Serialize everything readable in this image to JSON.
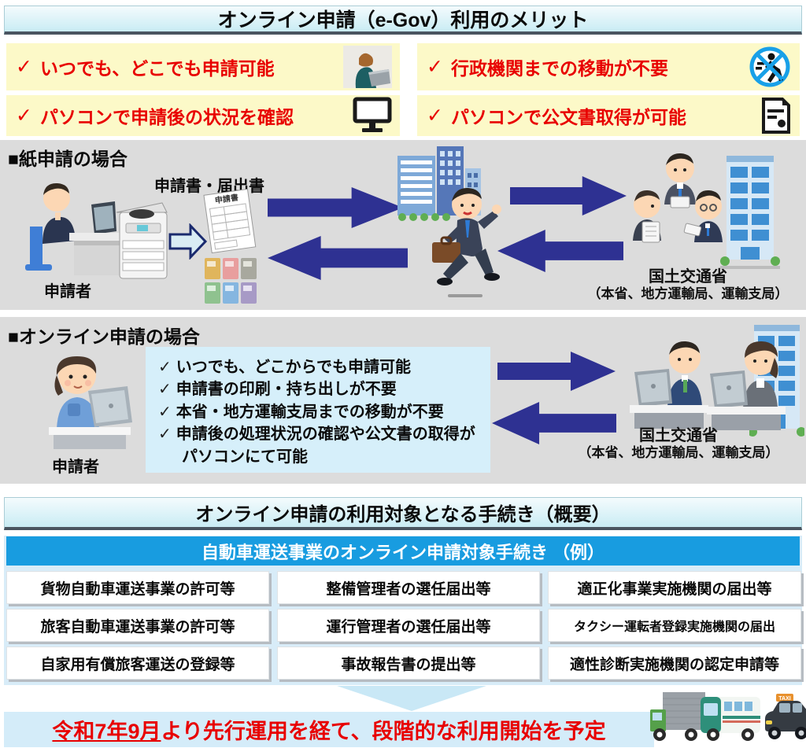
{
  "page": {
    "title": "オンライン申請（e-Gov）利用のメリット"
  },
  "benefits": {
    "check": "✓",
    "items": [
      {
        "label": "いつでも、どこでも申請可能",
        "icon": "person-laptop-icon"
      },
      {
        "label": "行政機関までの移動が不要",
        "icon": "no-walking-icon"
      },
      {
        "label": "パソコンで申請後の状況を確認",
        "icon": "monitor-icon"
      },
      {
        "label": "パソコンで公文書取得が可能",
        "icon": "document-icon"
      }
    ]
  },
  "paper_flow": {
    "heading": "■紙申請の場合",
    "applicant_label": "申請者",
    "documents_label": "申請書・届出書",
    "document_sheet_title": "申請書",
    "destination_line1": "国土交通省",
    "destination_line2": "（本省、地方運輸局、運輸支局）"
  },
  "online_flow": {
    "heading": "■オンライン申請の場合",
    "applicant_label": "申請者",
    "check": "✓",
    "items": [
      "いつでも、どこからでも申請可能",
      "申請書の印刷・持ち出しが不要",
      "本省・地方運輸支局までの移動が不要",
      "申請後の処理状況の確認や公文書の取得がパソコンにて可能"
    ],
    "destination_line1": "国土交通省",
    "destination_line2": "（本省、地方運輸局、運輸支局）"
  },
  "procedures": {
    "heading": "オンライン申請の利用対象となる手続き（概要）",
    "subheading": "自動車運送事業のオンライン申請対象手続き （例）",
    "cells": [
      [
        "貨物自動車運送事業の許可等",
        "整備管理者の選任届出等",
        "適正化事業実施機関の届出等"
      ],
      [
        "旅客自動車運送事業の許可等",
        "運行管理者の選任届出等",
        "タクシー運転者登録実施機関の届出"
      ],
      [
        "自家用有償旅客運送の登録等",
        "事故報告書の提出等",
        "適性診断実施機関の認定申請等"
      ]
    ]
  },
  "footer": {
    "highlight": "令和7年9月",
    "rest": "より先行運用を経て、段階的な利用開始を予定",
    "taxi_sign": "TAXI"
  },
  "colors": {
    "arrow_navy": "#2e3192",
    "benefit_bg": "#fcf9c8",
    "benefit_text": "#e80000",
    "section_gray": "#dcdcdc",
    "header_cyan": "#d9f1f7",
    "blue_header_bg": "#189ce0",
    "table_bg": "#d8ecf8",
    "banner_bg": "#d4ecf9",
    "banner_text": "#e80000"
  }
}
